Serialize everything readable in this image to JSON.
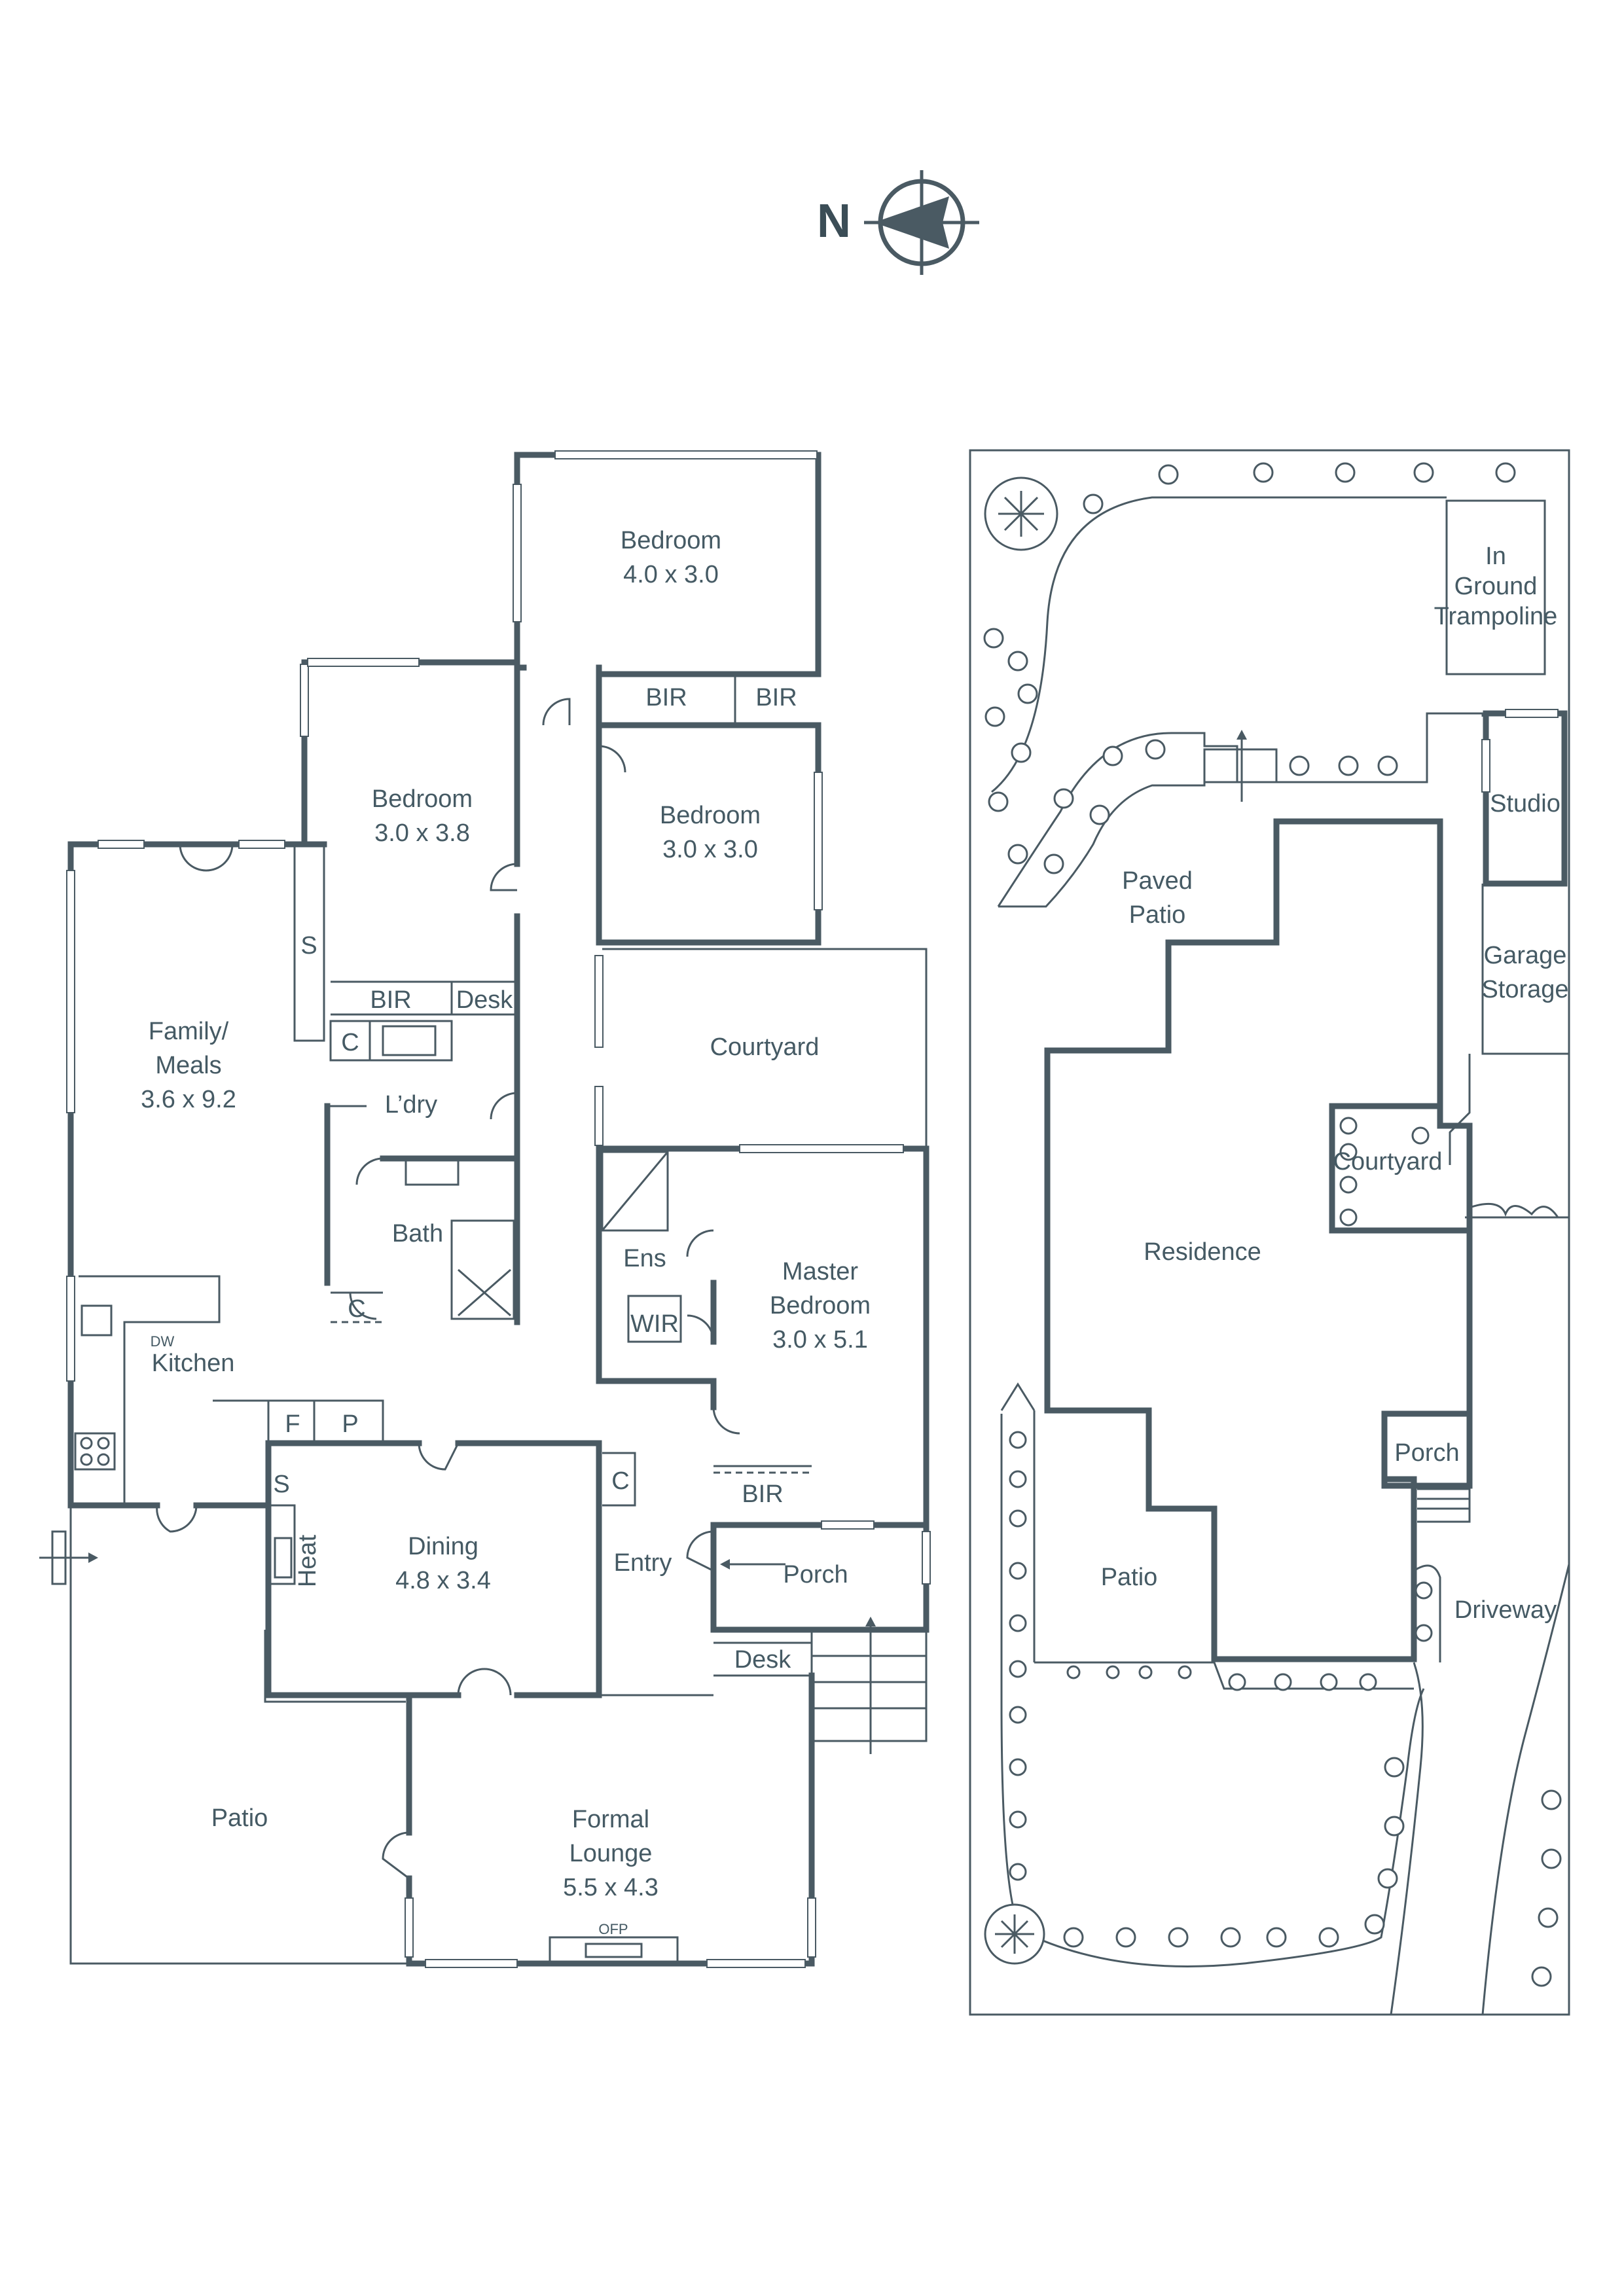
{
  "north": {
    "label": "N"
  },
  "floor_plan": {
    "rooms": {
      "bedroom_top": {
        "name": "Bedroom",
        "size": "4.0 x 3.0"
      },
      "bir_top_1": "BIR",
      "bir_top_2": "BIR",
      "bedroom_left": {
        "name": "Bedroom",
        "size": "3.0 x 3.8"
      },
      "bedroom_mid": {
        "name": "Bedroom",
        "size": "3.0 x 3.0"
      },
      "family": {
        "name_1": "Family/",
        "name_2": "Meals",
        "size": "3.6 x 9.2"
      },
      "s_1": "S",
      "bir_mid": "BIR",
      "desk_1": "Desk",
      "c_1": "C",
      "laundry": "L’dry",
      "courtyard": "Courtyard",
      "bath": "Bath",
      "c_2": "C",
      "ens": "Ens",
      "wir": "WIR",
      "master": {
        "name_1": "Master",
        "name_2": "Bedroom",
        "size": "3.0 x 5.1"
      },
      "dw": "DW",
      "kitchen": "Kitchen",
      "f": "F",
      "p": "P",
      "s_2": "S",
      "heat": "Heat",
      "dining": {
        "name": "Dining",
        "size": "4.8 x 3.4"
      },
      "c_3": "C",
      "bir_low": "BIR",
      "entry": "Entry",
      "porch": "Porch",
      "desk_2": "Desk",
      "patio": "Patio",
      "lounge": {
        "name_1": "Formal",
        "name_2": "Lounge",
        "size": "5.5 x 4.3"
      },
      "ofp": "OFP"
    }
  },
  "site_plan": {
    "labels": {
      "trampoline_1": "In",
      "trampoline_2": "Ground",
      "trampoline_3": "Trampoline",
      "studio": "Studio",
      "paved_patio_1": "Paved",
      "paved_patio_2": "Patio",
      "garage_1": "Garage",
      "garage_2": "Storage",
      "courtyard": "Courtyard",
      "residence": "Residence",
      "porch": "Porch",
      "patio": "Patio",
      "driveway": "Driveway"
    }
  }
}
